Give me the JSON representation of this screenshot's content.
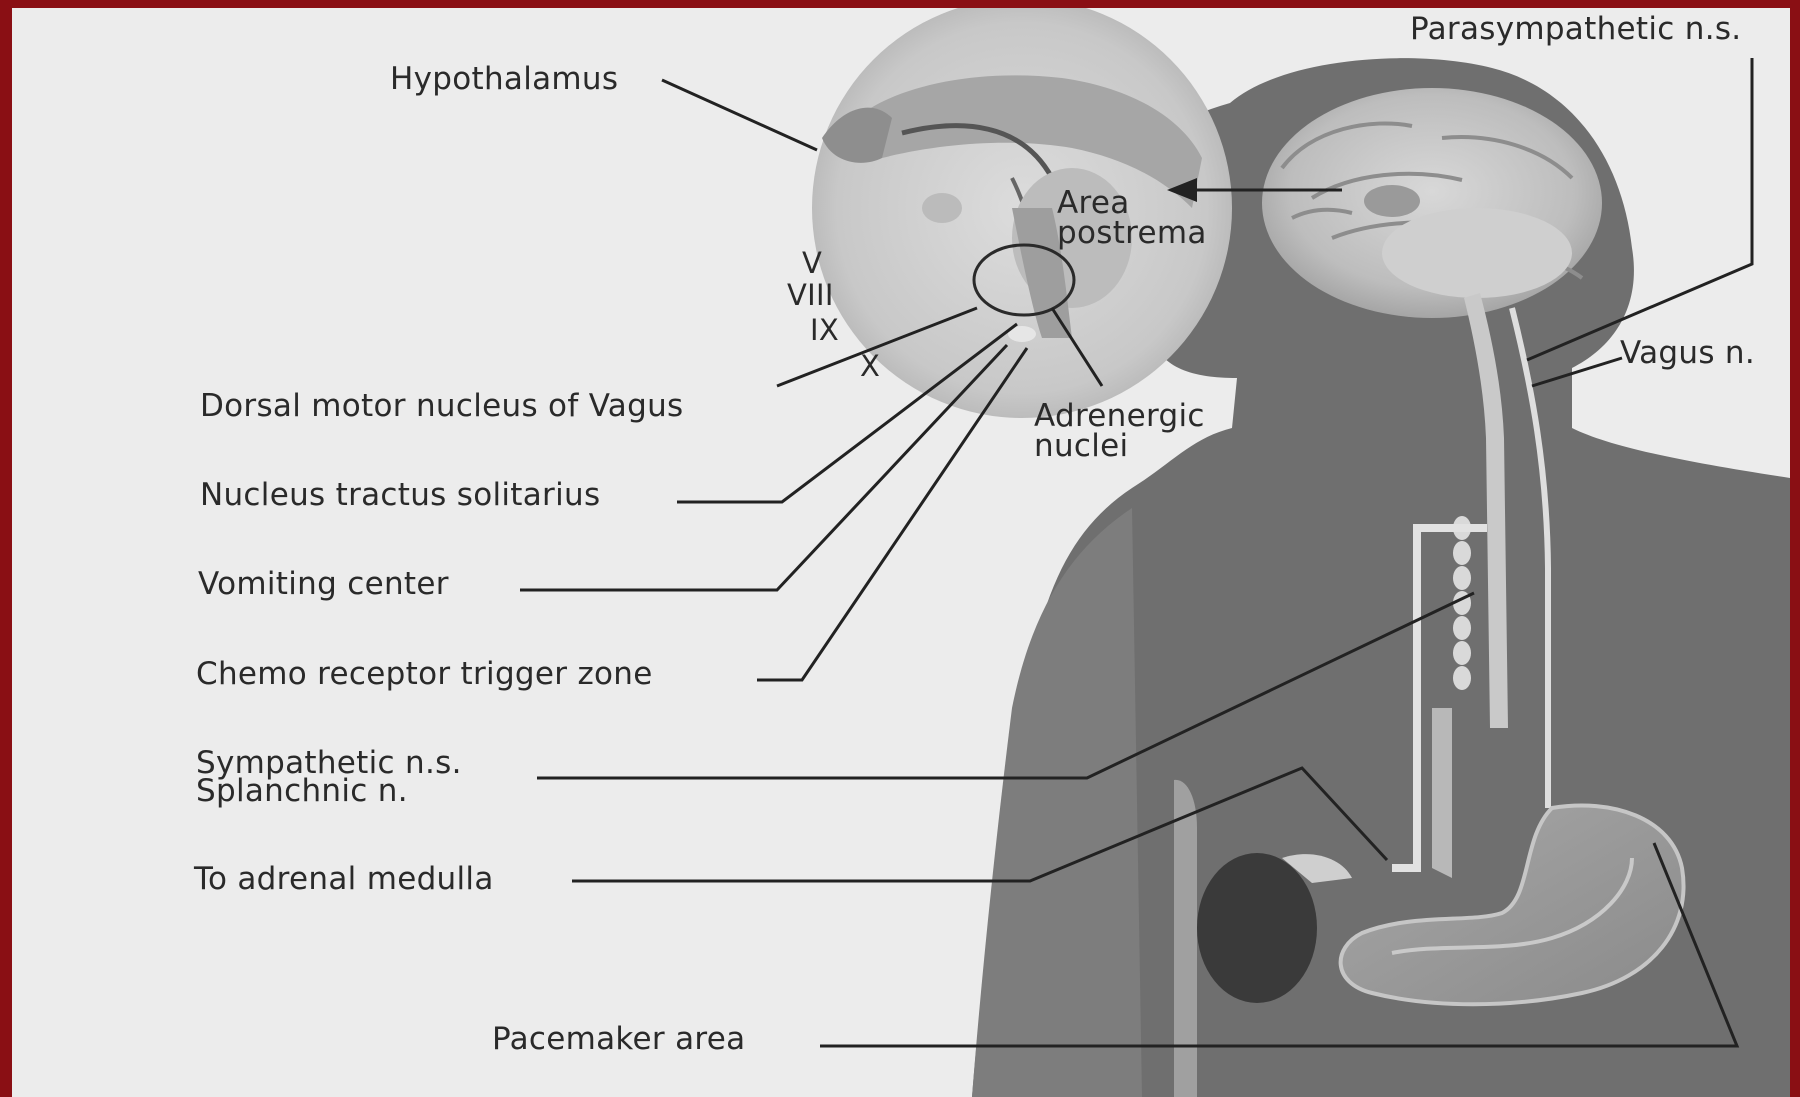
{
  "labels": {
    "hypothalamus": "Hypothalamus",
    "parasympathetic": "Parasympathetic n.s.",
    "area_postrema_1": "Area",
    "area_postrema_2": "postrema",
    "cn_v": "V",
    "cn_viii": "VIII",
    "cn_ix": "IX",
    "cn_x": "X",
    "dorsal_motor": "Dorsal motor nucleus of  Vagus",
    "adrenergic_1": "Adrenergic",
    "adrenergic_2": "nuclei",
    "vagus": "Vagus n.",
    "nts": "Nucleus tractus solitarius",
    "vomiting": "Vomiting center",
    "ctz": "Chemo receptor trigger zone",
    "sympathetic": "Sympathetic n.s.",
    "splanchnic": "Splanchnic n.",
    "adrenal": "To adrenal medulla",
    "pacemaker": "Pacemaker area"
  },
  "colors": {
    "frame": "#8a0f14",
    "paper": "#ececec",
    "silhouette": "#6f6f6f",
    "text": "#2a2a2a",
    "line": "#222222"
  }
}
